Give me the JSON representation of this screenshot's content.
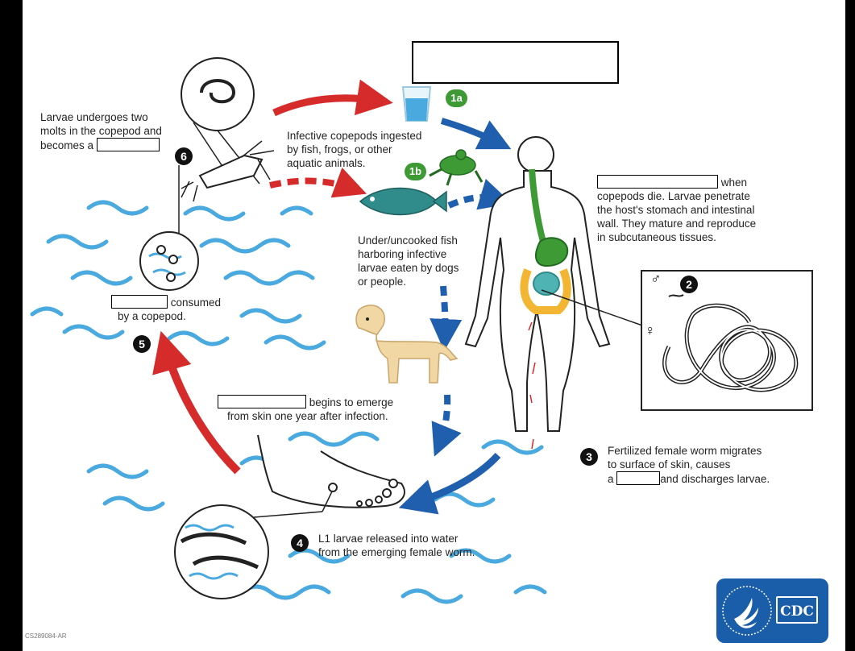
{
  "top_label_box": "",
  "step6": {
    "marker": "6",
    "line1": "Larvae undergoes two",
    "line2": "molts in the copepod and",
    "line3_prefix": "becomes a"
  },
  "step1a": {
    "marker": "1a",
    "line1": "Infective copepods ingested",
    "line2": "by fish, frogs, or other",
    "line3": "aquatic animals."
  },
  "step1b": {
    "marker": "1b"
  },
  "fish_text": {
    "line1": "Under/uncooked fish",
    "line2": "harboring infective",
    "line3": "larvae eaten by dogs",
    "line4": "or people."
  },
  "host_text": {
    "line1_suffix": "when",
    "line2": "copepods die. Larvae penetrate",
    "line3": "the host's stomach and intestinal",
    "line4": "wall.  They mature and reproduce",
    "line5": "in subcutaneous tissues."
  },
  "step2": {
    "marker": "2",
    "male_symbol": "♂",
    "female_symbol": "♀"
  },
  "step3": {
    "marker": "3",
    "line1": "Fertilized female worm migrates",
    "line2": "to surface of skin, causes",
    "line3_prefix": "a",
    "line3_suffix": "and discharges larvae."
  },
  "emerge_text": {
    "line1_suffix": "begins to emerge",
    "line2": "from skin one year after infection."
  },
  "step4": {
    "marker": "4",
    "line1": "L1 larvae released into water",
    "line2": "from the emerging female worm."
  },
  "step5": {
    "marker": "5",
    "line1_suffix": "consumed",
    "line2": "by a copepod."
  },
  "figure_code": "CS289084-AR",
  "logo": {
    "label": "CDC"
  },
  "colors": {
    "red_arrow": "#d52b2b",
    "blue_arrow": "#1f5fae",
    "water": "#4aaae0",
    "cdc_blue": "#1a5da9",
    "frog": "#3d9a35",
    "fish": "#2f8c8a"
  }
}
